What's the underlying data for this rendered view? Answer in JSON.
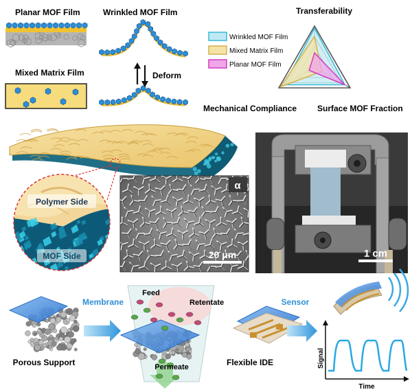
{
  "panel_a": {
    "planar_title": "Planar MOF Film",
    "wrinkled_title": "Wrinkled MOF Film",
    "mixed_title": "Mixed Matrix Film",
    "deform_label": "Deform"
  },
  "radar": {
    "axes": [
      "Transferability",
      "Mechanical Compliance",
      "Surface MOF Fraction"
    ],
    "legend": [
      {
        "label": "Wrinkled MOF Film",
        "fill": "#bfe9f2",
        "stroke": "#38b8d6"
      },
      {
        "label": "Mixed Matrix Film",
        "fill": "#f6e3a8",
        "stroke": "#d6b24a"
      },
      {
        "label": "Planar MOF Film",
        "fill": "#f0a6e8",
        "stroke": "#d23cc4"
      }
    ],
    "levels": 4,
    "series": [
      {
        "name": "Wrinkled MOF Film",
        "values": [
          0.95,
          0.85,
          0.85
        ]
      },
      {
        "name": "Mixed Matrix Film",
        "values": [
          0.75,
          0.95,
          0.2
        ]
      },
      {
        "name": "Planar MOF Film",
        "values": [
          0.35,
          0.15,
          0.85
        ]
      }
    ]
  },
  "panel_b": {
    "polymer_side": "Polymer Side",
    "mof_side": "MOF Side",
    "alpha_label": "α",
    "sem_scale": "20 μm",
    "photo_scale": "1 cm"
  },
  "panel_c": {
    "porous_support": "Porous Support",
    "membrane": "Membrane",
    "feed": "Feed",
    "retentate": "Retentate",
    "permeate": "Permeate",
    "flexible_ide": "Flexible IDE",
    "sensor": "Sensor",
    "signal_axis": "Signal",
    "time_axis": "Time"
  },
  "colors": {
    "mof_blue": "#2b8fd6",
    "arrow_blue": "#3aa0e0",
    "polymer_yellow": "#f5dc7a",
    "teal": "#17a9a9"
  }
}
